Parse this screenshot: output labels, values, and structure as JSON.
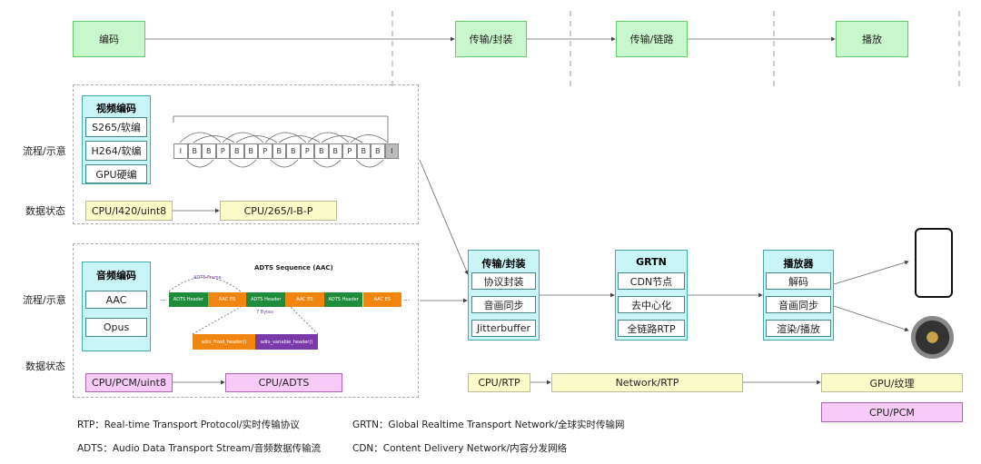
{
  "stages": [
    "编码",
    "传输/封装",
    "传输/链路",
    "播放"
  ],
  "row_labels": {
    "flow": "流程/示意",
    "data_state": "数据状态"
  },
  "video": {
    "title": "视频编码",
    "items": [
      "S265/软编",
      "H264/软编",
      "GPU硬编"
    ],
    "frames": [
      "I",
      "B",
      "B",
      "P",
      "B",
      "B",
      "P",
      "B",
      "B",
      "P",
      "B",
      "B",
      "P",
      "B",
      "B",
      "I"
    ],
    "state_from": "CPU/I420/uint8",
    "state_to": "CPU/265/I-B-P"
  },
  "audio": {
    "title": "音频编码",
    "items": [
      "AAC",
      "Opus"
    ],
    "adts_title": "ADTS Sequence (AAC)",
    "adts_frame": "ADTS Frame",
    "segments": [
      "ADTS Header",
      "AAC ES",
      "ADTS Header",
      "AAC ES",
      "ADTS Header",
      "AAC ES"
    ],
    "bytes": "7 Bytes",
    "header_parts": [
      "adts_fixed_header()",
      "adts_variable_header()"
    ],
    "state_from": "CPU/PCM/uint8",
    "state_to": "CPU/ADTS"
  },
  "transport": {
    "title": "传输/封装",
    "items": [
      "协议封装",
      "音画同步",
      "Jitterbuffer"
    ]
  },
  "grtn": {
    "title": "GRTN",
    "items": [
      "CDN节点",
      "去中心化",
      "全链路RTP"
    ]
  },
  "player": {
    "title": "播放器",
    "items": [
      "解码",
      "音画同步",
      "渲染/播放"
    ]
  },
  "data_states": [
    "CPU/RTP",
    "Network/RTP",
    "GPU/纹理",
    "CPU/PCM"
  ],
  "notes": [
    "RTP：Real-time Transport Protocol/实时传输协议",
    "GRTN：Global Realtime Transport Network/全球实时传输网",
    "ADTS：Audio Data Transport Stream/音频数据传输流",
    "CDN：Content Delivery Network/内容分发网络"
  ],
  "colors": {
    "stage": "#c9f7cc",
    "module": "#c9f5f7",
    "cpu_state": "#fbfbca",
    "pcm_state": "#f7caf7",
    "adts_header": "#1e8c3a",
    "aac_es": "#f0860f",
    "variable_header": "#7a3aa8"
  }
}
